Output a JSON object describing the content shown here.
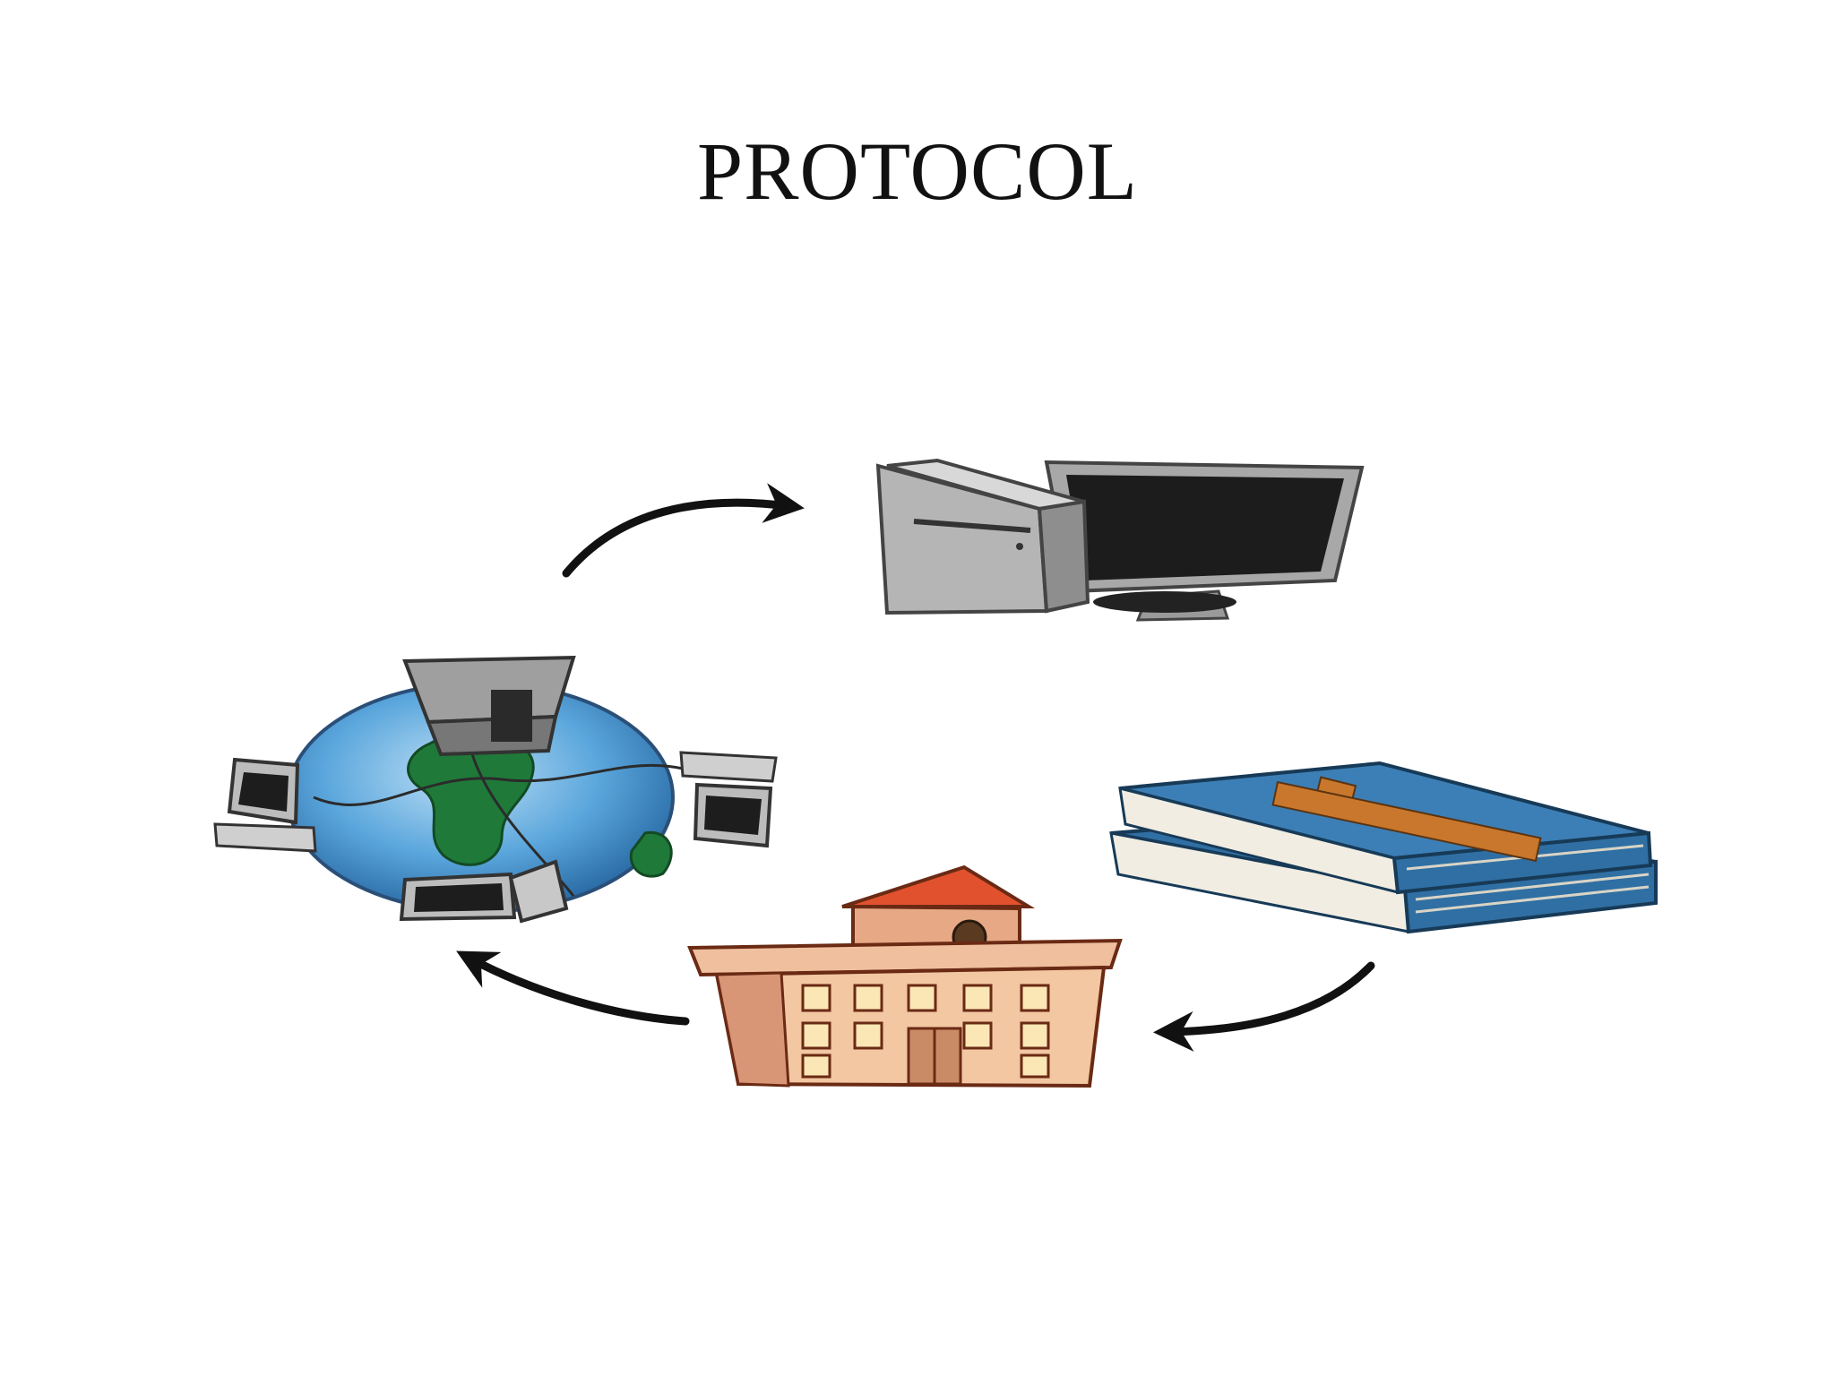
{
  "title": "PROTOCOL",
  "illustrations": [
    {
      "name": "desktop-computer",
      "icon": "computer-icon"
    },
    {
      "name": "networked-globe",
      "icon": "globe-network-icon"
    },
    {
      "name": "school-building",
      "icon": "building-icon"
    },
    {
      "name": "book-stack",
      "icon": "books-icon"
    }
  ],
  "flow": [
    "globe-to-computer",
    "books-to-building",
    "building-to-globe"
  ],
  "colors": {
    "arrow": "#111111",
    "book": "#2f6fa3",
    "building": "#f2c7a2",
    "roof": "#e2512e",
    "globe": "#4a98d2",
    "land": "#1f7a3a",
    "computer": "#b9b9b9",
    "screen": "#1a1a1a"
  }
}
